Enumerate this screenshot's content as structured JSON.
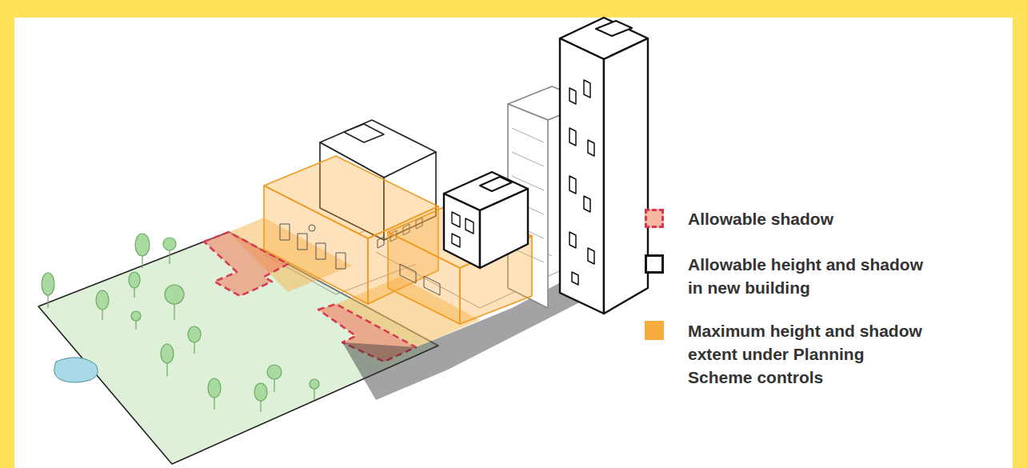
{
  "diagram": {
    "legend": [
      {
        "text": "Allowable shadow",
        "color": "#f7b9a1"
      },
      {
        "text": "Allowable height and shadow in new building"
      },
      {
        "text": "Maximum height and shadow extent under Planning Scheme controls",
        "color": "#f9ac3e"
      }
    ]
  }
}
